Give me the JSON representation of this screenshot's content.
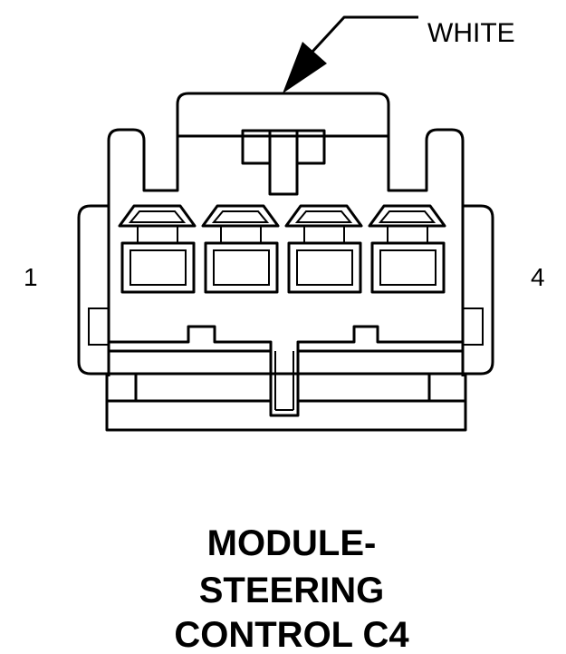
{
  "diagram": {
    "callout_label": "WHITE",
    "pin_left_label": "1",
    "pin_right_label": "4",
    "title_lines": [
      "MODULE-",
      "STEERING",
      "CONTROL C4"
    ],
    "cavity_count": 4,
    "colors": {
      "line": "#000000",
      "background": "#ffffff"
    }
  }
}
